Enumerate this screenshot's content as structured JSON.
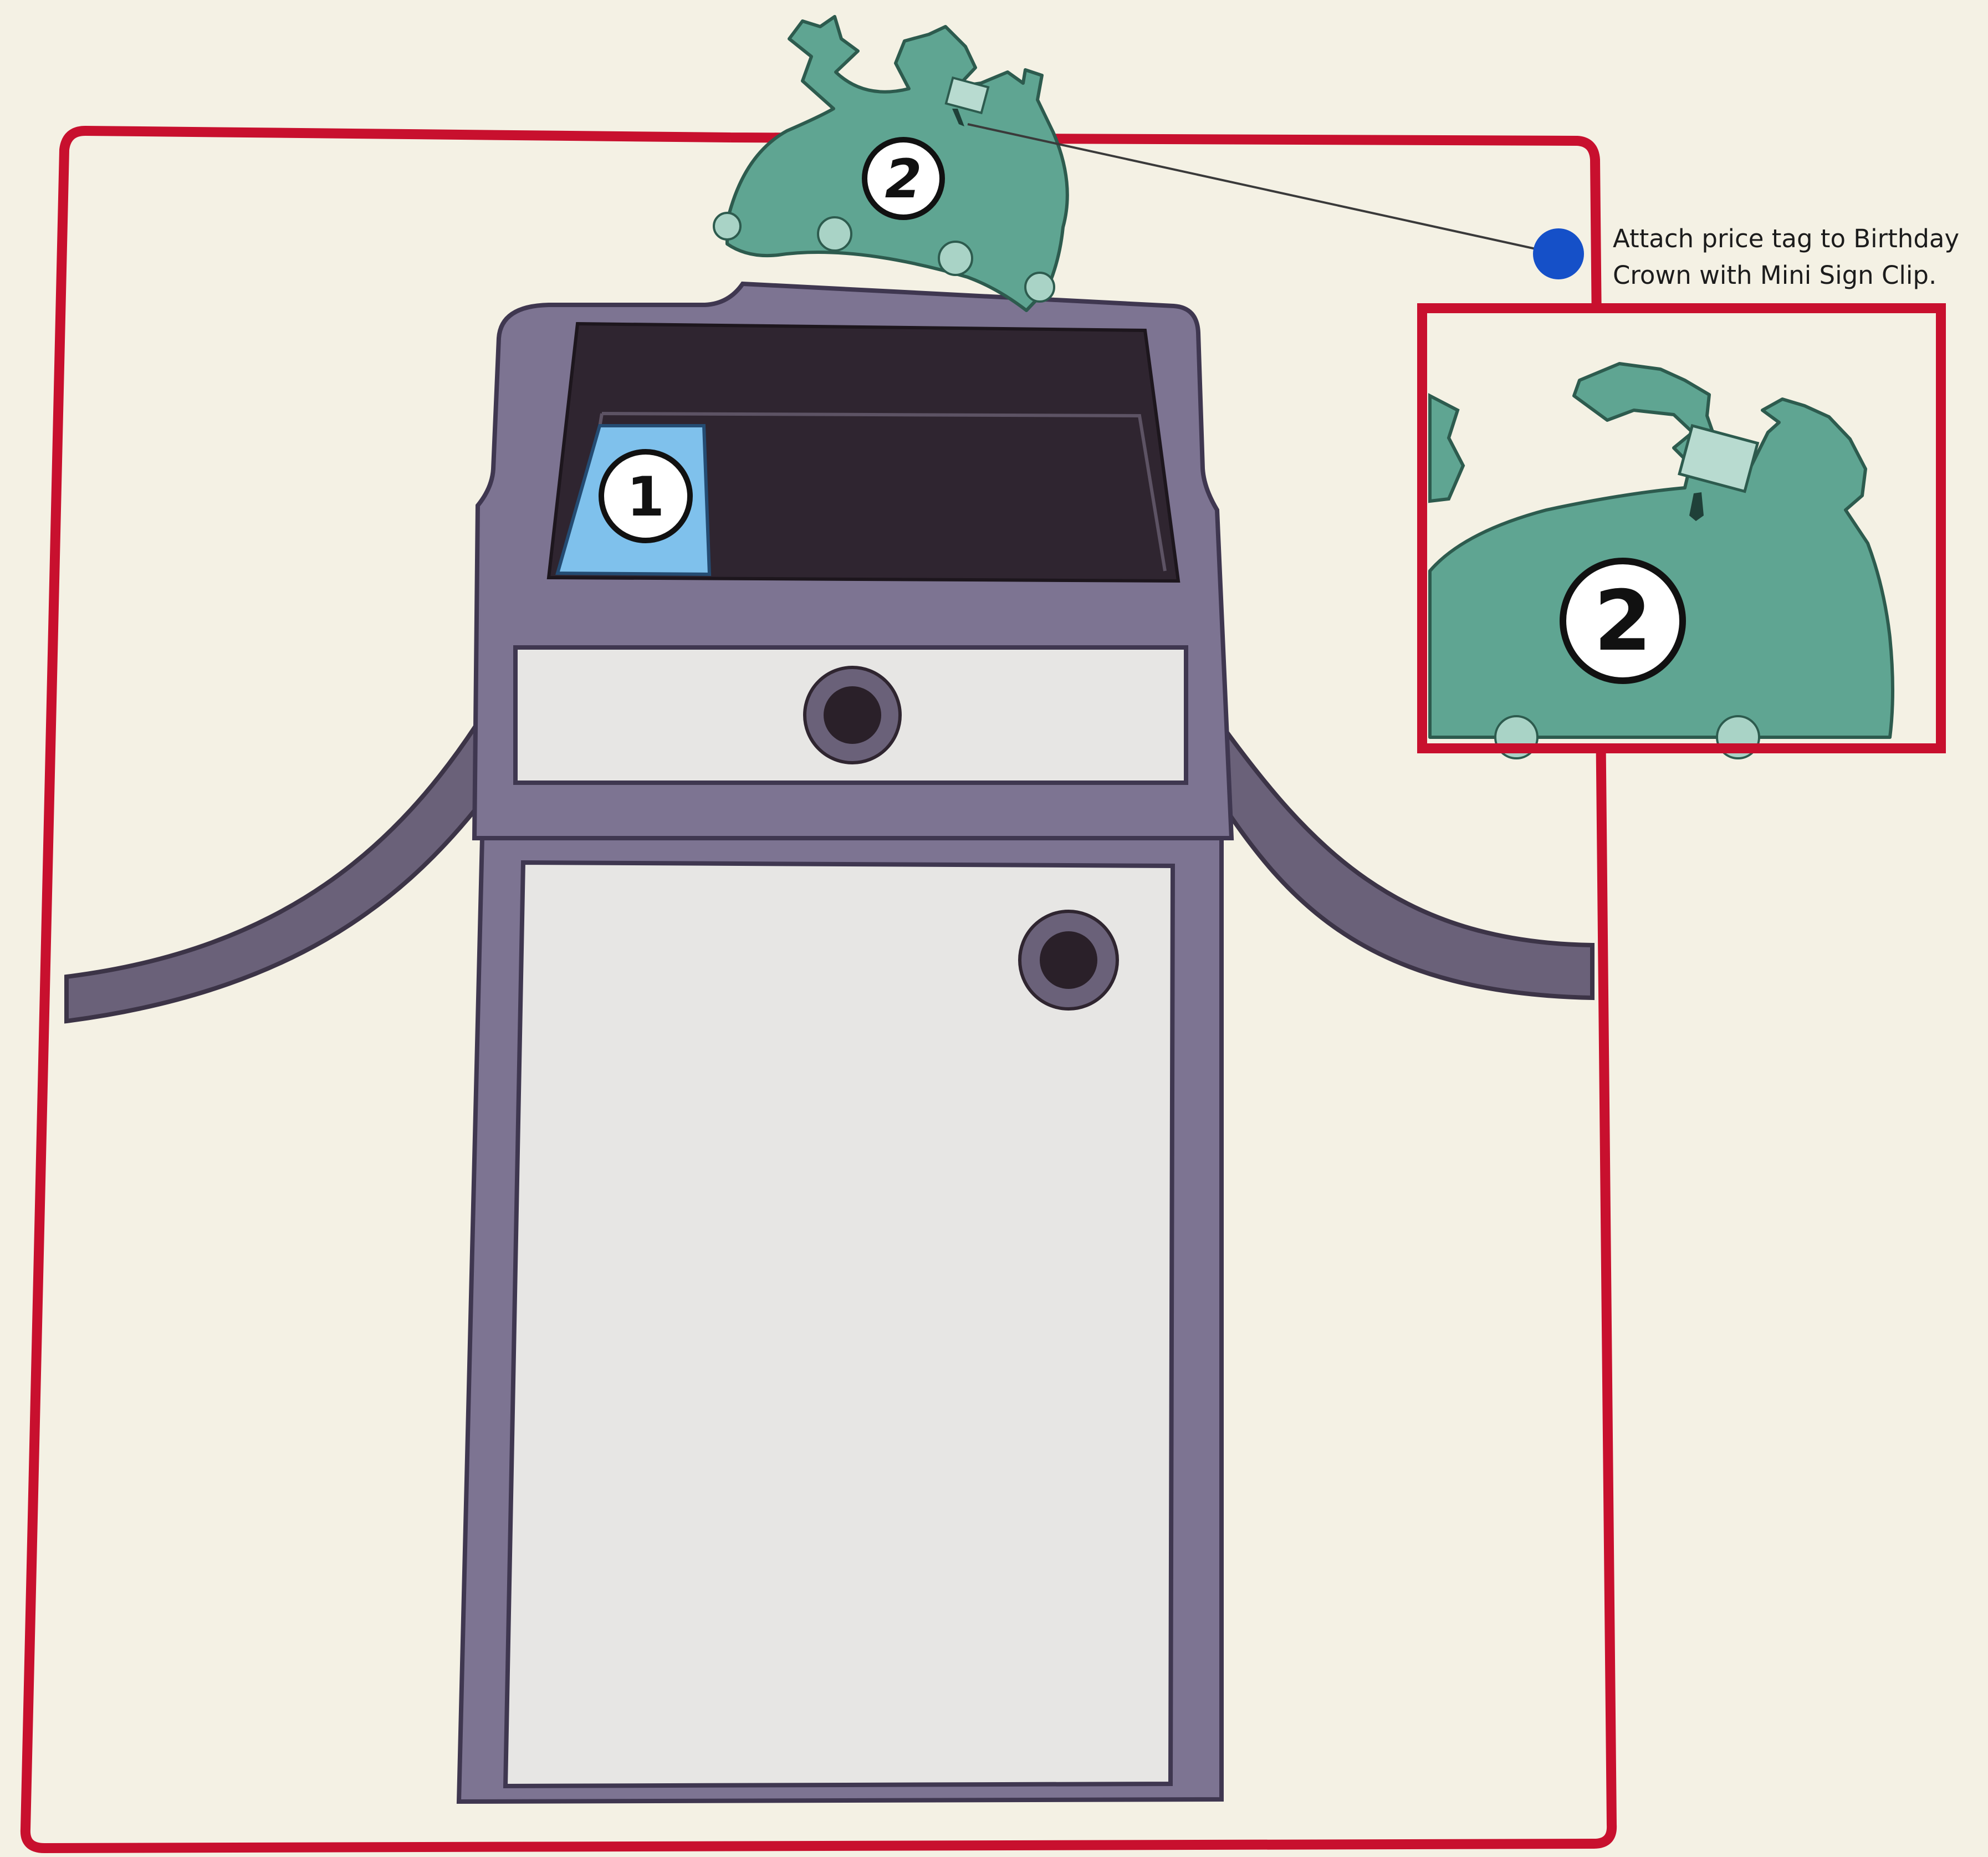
{
  "markers": {
    "fixture_label": "1",
    "crown_label": "2",
    "zoom_label": "2"
  },
  "callout": {
    "line_1": "Attach price tag to Birthday",
    "line_2": "Crown with Mini Sign Clip."
  },
  "colors": {
    "background": "#f4f1e4",
    "frame_red": "#c8102e",
    "fixture_purple": "#7d7492",
    "fixture_dark": "#2f2530",
    "panel_light": "#e7e6e4",
    "crown_teal": "#5fa592",
    "crown_dot": "#a9d3c6",
    "tag_blue": "#7fc1ec",
    "callout_dot": "#1550c8"
  },
  "icons": {
    "callout_dot": "callout-dot-icon",
    "price_tag": "price-tag-icon",
    "sign_clip": "mini-sign-clip-icon"
  }
}
